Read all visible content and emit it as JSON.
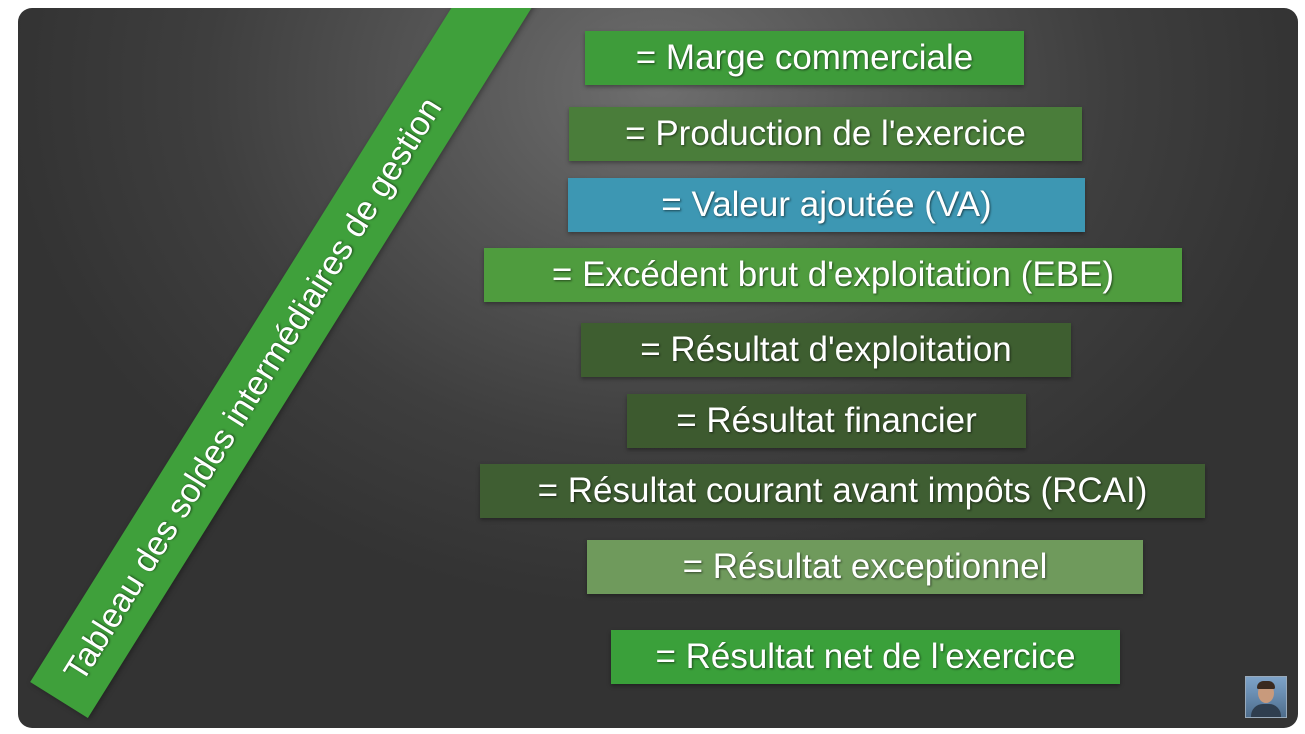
{
  "diagonal_title": "Tableau des soldes intermédiaires de gestion",
  "items": [
    {
      "label": "= Marge commerciale",
      "color": "#3e9c3a"
    },
    {
      "label": "= Production de l'exercice",
      "color": "#4a7d3a"
    },
    {
      "label": "= Valeur ajoutée (VA)",
      "color": "#3d97b3"
    },
    {
      "label": "= Excédent brut d'exploitation (EBE)",
      "color": "#4f9c3e"
    },
    {
      "label": "= Résultat d'exploitation",
      "color": "#3e5e30"
    },
    {
      "label": "= Résultat financier",
      "color": "#3d5a2f"
    },
    {
      "label": "= Résultat courant avant impôts (RCAI)",
      "color": "#3f5e32"
    },
    {
      "label": "= Résultat exceptionnel",
      "color": "#6f9a5c"
    },
    {
      "label": "= Résultat net de l'exercice",
      "color": "#3aa03a"
    }
  ],
  "presenter_avatar": "presenter-avatar"
}
